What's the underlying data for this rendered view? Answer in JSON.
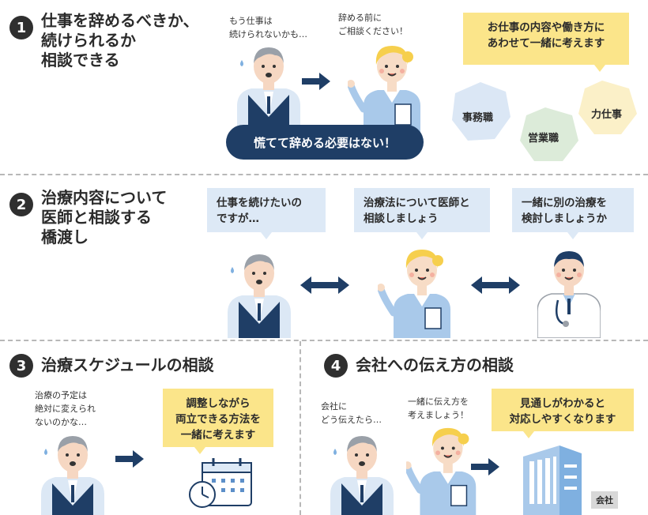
{
  "section1": {
    "number": "1",
    "heading": "仕事を辞めるべきか、\n続けられるか\n相談できる",
    "man_thought": "もう仕事は\n続けられないかも…",
    "staff_speech": "辞める前に\nご相談ください！",
    "banner": "慌てて辞める必要はない！",
    "yellow_bubble": "お仕事の内容や働き方に\nあわせて一緒に考えます",
    "hexagons": [
      {
        "label": "事務職",
        "color": "#dbe7f5"
      },
      {
        "label": "営業職",
        "color": "#dcebd9"
      },
      {
        "label": "力仕事",
        "color": "#fbf0c8"
      }
    ]
  },
  "section2": {
    "number": "2",
    "heading": "治療内容について\n医師と相談する\n橋渡し",
    "bubbles": [
      "仕事を続けたいの\nですが…",
      "治療法について医師と\n相談しましょう",
      "一緒に別の治療を\n検討しましょうか"
    ]
  },
  "section3": {
    "number": "3",
    "heading": "治療スケジュールの相談",
    "man_thought": "治療の予定は\n絶対に変えられ\nないのかな…",
    "yellow_bubble": "調整しながら\n両立できる方法を\n一緒に考えます"
  },
  "section4": {
    "number": "4",
    "heading": "会社への伝え方の相談",
    "man_thought": "会社に\nどう伝えたら…",
    "staff_speech": "一緒に伝え方を\n考えましょう！",
    "yellow_bubble": "見通しがわかると\n対応しやすくなります",
    "building_label": "会社"
  },
  "colors": {
    "navy": "#1f3e66",
    "bubble_blue": "#dde9f6",
    "bubble_yellow": "#fbe58a",
    "dark": "#2f2f2f"
  }
}
